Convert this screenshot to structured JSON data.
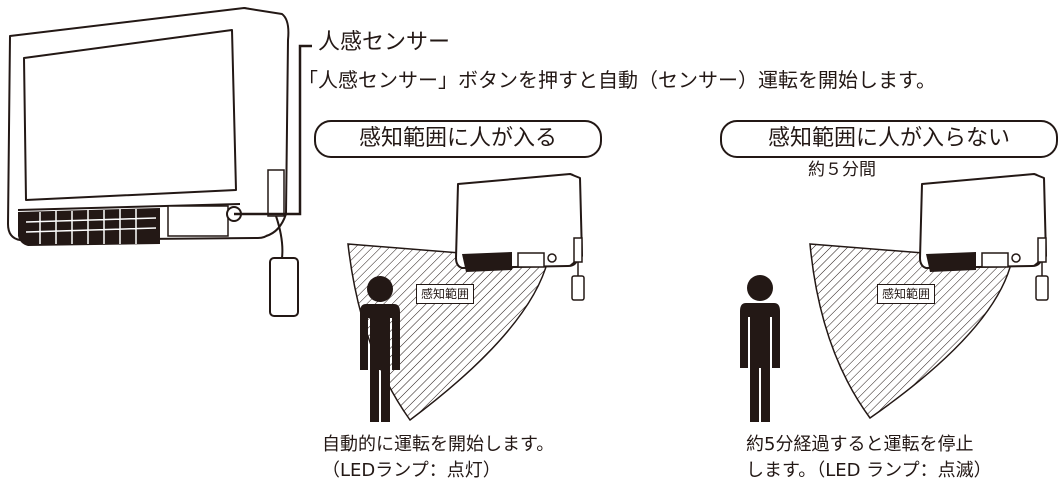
{
  "header": {
    "title": "人感センサー",
    "description": "「人感センサー」ボタンを押すと自動（センサー）運転を開始します。"
  },
  "panel_in": {
    "badge": "感知範囲に人が入る",
    "zone_label": "感知範囲",
    "caption_line1": "自動的に運転を開始します。",
    "caption_line2": "（LEDランプ：点灯）"
  },
  "panel_out": {
    "badge": "感知範囲に人が入らない",
    "timer": "約５分間",
    "zone_label": "感知範囲",
    "caption_line1": "約5分経過すると運転を停止",
    "caption_line2": "します。（LED ランプ：点滅）"
  },
  "colors": {
    "line": "#231815",
    "hatch_background": "#ffffff"
  }
}
